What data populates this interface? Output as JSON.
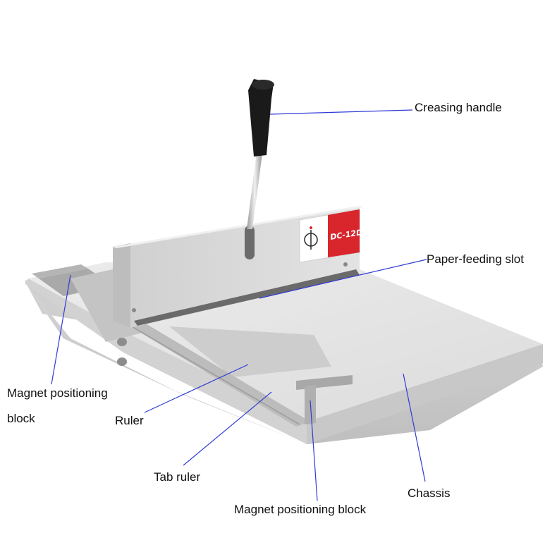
{
  "labels": {
    "creasing_handle": "Creasing handle",
    "paper_feeding_slot": "Paper-feeding slot",
    "magnet_left_line1": "Magnet positioning",
    "magnet_left_line2": "block",
    "ruler": "Ruler",
    "tab_ruler": "Tab ruler",
    "chassis": "Chassis",
    "magnet_bottom": "Magnet positioning block"
  },
  "machine": {
    "model_label": "DC-12D"
  },
  "colors": {
    "leader_line": "#2e3bd6",
    "brand_red": "#d8262c",
    "body_grey": "#d9dadb",
    "top_grey": "#e8e8e8",
    "handle_black": "#1a1a1a"
  }
}
